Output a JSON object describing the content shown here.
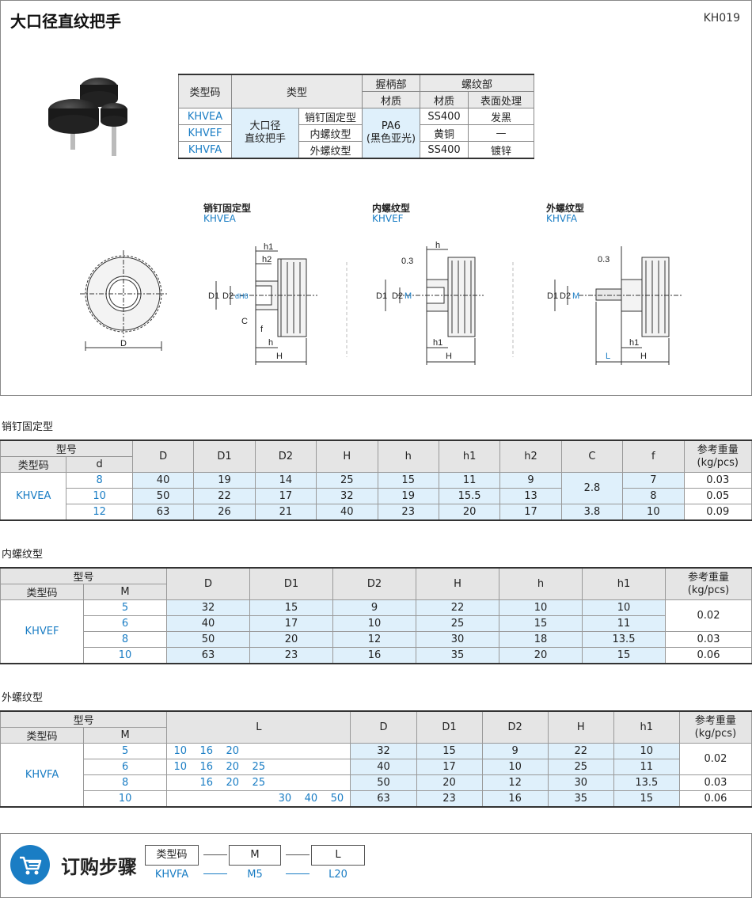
{
  "header": {
    "title": "大口径直纹把手",
    "code": "KH019"
  },
  "spec_table": {
    "h_type_code": "类型码",
    "h_type": "类型",
    "h_grip": "握柄部",
    "h_thread": "螺纹部",
    "h_material": "材质",
    "h_material2": "材质",
    "h_surface": "表面处理",
    "category": "大口径\n直纹把手",
    "grip_material": "PA6\n(黑色亚光)",
    "rows": [
      {
        "code": "KHVEA",
        "type": "销钉固定型",
        "material": "SS400",
        "surface": "发黑"
      },
      {
        "code": "KHVEF",
        "type": "内螺纹型",
        "material": "黄铜",
        "surface": "—"
      },
      {
        "code": "KHVFA",
        "type": "外螺纹型",
        "material": "SS400",
        "surface": "镀锌"
      }
    ]
  },
  "diagrams": {
    "pin": {
      "name": "销钉固定型",
      "code": "KHVEA"
    },
    "inner": {
      "name": "内螺纹型",
      "code": "KHVEF"
    },
    "outer": {
      "name": "外螺纹型",
      "code": "KHVFA"
    },
    "labels": {
      "D": "D",
      "D1": "D1",
      "D2": "D2",
      "H": "H",
      "h": "h",
      "h1": "h1",
      "h2": "h2",
      "C": "C",
      "f": "f",
      "dH8": "dH8",
      "M": "M",
      "L": "L",
      "p03": "0.3"
    }
  },
  "section_pin": {
    "title": "销钉固定型",
    "h_model": "型号",
    "h_code": "类型码",
    "h_d": "d",
    "cols": [
      "D",
      "D1",
      "D2",
      "H",
      "h",
      "h1",
      "h2",
      "C",
      "f"
    ],
    "h_weight": "参考重量\n(kg/pcs)",
    "code": "KHVEA",
    "rows": [
      {
        "d": "8",
        "vals": [
          "40",
          "19",
          "14",
          "25",
          "15",
          "11",
          "9"
        ],
        "f": "7",
        "w": "0.03"
      },
      {
        "d": "10",
        "vals": [
          "50",
          "22",
          "17",
          "32",
          "19",
          "15.5",
          "13"
        ],
        "f": "8",
        "w": "0.05"
      },
      {
        "d": "12",
        "vals": [
          "63",
          "26",
          "21",
          "40",
          "23",
          "20",
          "17"
        ],
        "f": "10",
        "w": "0.09"
      }
    ],
    "c_merged": "2.8",
    "c_last": "3.8"
  },
  "section_inner": {
    "title": "内螺纹型",
    "h_model": "型号",
    "h_code": "类型码",
    "h_m": "M",
    "cols": [
      "D",
      "D1",
      "D2",
      "H",
      "h",
      "h1"
    ],
    "h_weight": "参考重量\n(kg/pcs)",
    "code": "KHVEF",
    "rows": [
      {
        "m": "5",
        "vals": [
          "32",
          "15",
          "9",
          "22",
          "10",
          "10"
        ]
      },
      {
        "m": "6",
        "vals": [
          "40",
          "17",
          "10",
          "25",
          "15",
          "11"
        ]
      },
      {
        "m": "8",
        "vals": [
          "50",
          "20",
          "12",
          "30",
          "18",
          "13.5"
        ]
      },
      {
        "m": "10",
        "vals": [
          "63",
          "23",
          "16",
          "35",
          "20",
          "15"
        ]
      }
    ],
    "w_merged": "0.02",
    "w3": "0.03",
    "w4": "0.06"
  },
  "section_outer": {
    "title": "外螺纹型",
    "h_model": "型号",
    "h_code": "类型码",
    "h_m": "M",
    "h_l": "L",
    "cols": [
      "D",
      "D1",
      "D2",
      "H",
      "h1"
    ],
    "h_weight": "参考重量\n(kg/pcs)",
    "code": "KHVFA",
    "rows": [
      {
        "m": "5",
        "L": [
          "10",
          "16",
          "20",
          "",
          "",
          "",
          ""
        ],
        "vals": [
          "32",
          "15",
          "9",
          "22",
          "10"
        ]
      },
      {
        "m": "6",
        "L": [
          "10",
          "16",
          "20",
          "25",
          "",
          "",
          ""
        ],
        "vals": [
          "40",
          "17",
          "10",
          "25",
          "11"
        ]
      },
      {
        "m": "8",
        "L": [
          "",
          "16",
          "20",
          "25",
          "",
          "",
          ""
        ],
        "vals": [
          "50",
          "20",
          "12",
          "30",
          "13.5"
        ]
      },
      {
        "m": "10",
        "L": [
          "",
          "",
          "",
          "",
          "30",
          "40",
          "50"
        ],
        "vals": [
          "63",
          "23",
          "16",
          "35",
          "15"
        ]
      }
    ],
    "w_merged": "0.02",
    "w3": "0.03",
    "w4": "0.06"
  },
  "order": {
    "title": "订购步骤",
    "boxes": [
      "类型码",
      "M",
      "L"
    ],
    "values": [
      "KHVFA",
      "M5",
      "L20"
    ]
  },
  "colors": {
    "accent": "#1a7dc4",
    "light_blue": "#dff0fb",
    "header_gray": "#e5e5e5"
  }
}
